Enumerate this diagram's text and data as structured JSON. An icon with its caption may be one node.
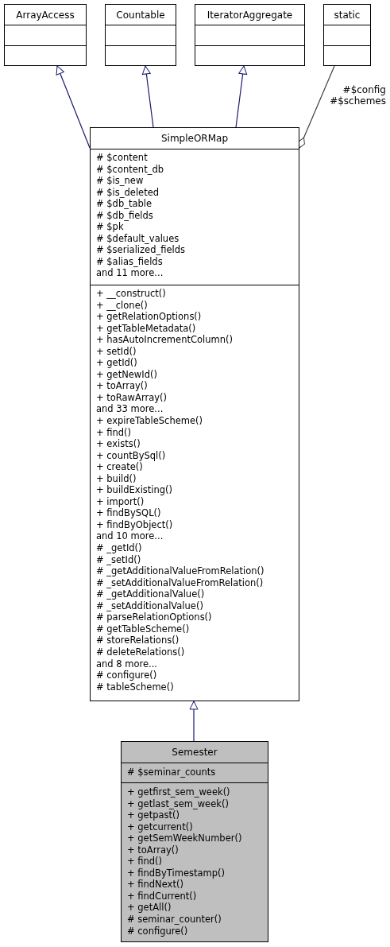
{
  "diagram": {
    "nodes": [
      {
        "text": [
          "ArrayAccess"
        ]
      },
      {
        "text": [],
        "shape": "box",
        "in": 0
      },
      {
        "text": [],
        "shape": "box",
        "in": 0
      },
      {
        "text": [
          "Countable"
        ]
      },
      {
        "text": [],
        "shape": "box",
        "in": 3
      },
      {
        "text": [],
        "shape": "box",
        "in": 3
      },
      {
        "text": [
          "IteratorAggregate"
        ]
      },
      {
        "text": [],
        "shape": "box",
        "in": 6
      },
      {
        "text": [],
        "shape": "box",
        "in": 6
      },
      {
        "text": [
          "static"
        ]
      },
      {
        "text": [],
        "shape": "box",
        "in": 9
      },
      {
        "text": [],
        "shape": "box",
        "in": 9
      },
      {
        "text": [
          "SimpleORMap"
        ]
      },
      {
        "text": [
          "# $content",
          "# $content_db",
          "# $is_new",
          "# $is_deleted",
          "# $db_table",
          "# $db_fields",
          "# $pk",
          "# $default_values",
          "# $serialized_fields",
          "# $alias_fields",
          "and 11 more..."
        ],
        "in": 12
      },
      {
        "text": [
          "+ __construct()",
          "+ __clone()",
          "+ getRelationOptions()",
          "+ getTableMetadata()",
          "+ hasAutoIncrementColumn()",
          "+ setId()",
          "+ getId()",
          "+ getNewId()",
          "+ toArray()",
          "+ toRawArray()",
          "and 33 more...",
          "+ expireTableScheme()",
          "+ find()",
          "+ exists()",
          "+ countBySql()",
          "+ create()",
          "+ build()",
          "+ buildExisting()",
          "+ import()",
          "+ findBySQL()",
          "+ findByObject()",
          "and 10 more...",
          "# _getId()",
          "# _setId()",
          "# _getAdditionalValueFromRelation()",
          "# _setAdditionalValueFromRelation()",
          "# _getAdditionalValue()",
          "# _setAdditionalValue()",
          "# parseRelationOptions()",
          "# getTableScheme()",
          "# storeRelations()",
          "# deleteRelations()",
          "and 8 more...",
          "# configure()",
          "# tableScheme()"
        ],
        "in": 12
      },
      {
        "text": [
          "Semester"
        ]
      },
      {
        "text": [
          "# $seminar_counts"
        ],
        "in": 15
      },
      {
        "text": [
          "+ getfirst_sem_week()",
          "+ getlast_sem_week()",
          "+ getpast()",
          "+ getcurrent()",
          "+ getSemWeekNumber()",
          "+ toArray()",
          "+ find()",
          "+ findByTimestamp()",
          "+ findNext()",
          "+ findCurrent()",
          "+ getAll()",
          "# seminar_counter()",
          "# configure()"
        ],
        "in": 15
      }
    ],
    "edges": [
      {
        "from": 12,
        "to": 0,
        "arrow": "to"
      },
      {
        "from": 12,
        "to": 3,
        "arrow": "to"
      },
      {
        "from": 12,
        "to": 6,
        "arrow": "to"
      },
      {
        "from": 9,
        "to": 12,
        "arrow": "other",
        "label": "#$config #$schemes",
        "color": "#404040"
      },
      {
        "from": 15,
        "to": 12,
        "arrow": "to"
      }
    ]
  }
}
